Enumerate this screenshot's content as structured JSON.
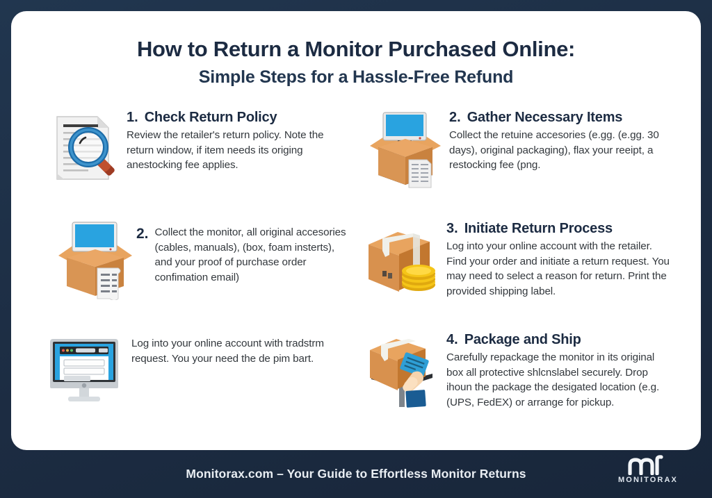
{
  "theme": {
    "background": "#1e3048",
    "card_background": "#ffffff",
    "heading_color": "#1c2b42",
    "body_text_color": "#33383d",
    "footer_text_color": "#e9eef3",
    "box_orange": "#e2913f",
    "screen_blue": "#29a3e0",
    "coin_gold": "#f5c518"
  },
  "title": {
    "line1": "How to Return a Monitor Purchased Online:",
    "line2": "Simple Steps for a Hassle-Free Refund"
  },
  "steps": [
    {
      "number": "1.",
      "title": "Check Return Policy",
      "text": "Review the retailer's return policy. Note the return window, if item needs its origing anestocking fee applies.",
      "icon": "document-magnifier-icon",
      "layout": "titled"
    },
    {
      "number": "2.",
      "title": "Gather Necessary Items",
      "text": "Collect the retuine accesories (e.gg. (e.gg. 30 days), original packaging), flax your reeipt, a restocking fee (png.",
      "icon": "open-box-monitor-icon",
      "layout": "titled"
    },
    {
      "number": "2.",
      "title": "",
      "text": "Collect the monitor, all original accesories (cables, manuals), (box, foam insterts), and your proof of purchase order confimation email)",
      "icon": "open-box-monitor-receipt-icon",
      "layout": "inline"
    },
    {
      "number": "3.",
      "title": "Initiate Return Process",
      "text": "Log into your online account with the retailer. Find your order and initiate a return request. You may need to select a reason for return. Print the provided shipping label.",
      "icon": "sealed-box-coins-icon",
      "layout": "titled"
    },
    {
      "number": "",
      "title": "",
      "text": "Log into your online account with tradstrm request. You your need the de pim bart.",
      "icon": "desktop-monitor-login-icon",
      "layout": "inline"
    },
    {
      "number": "4.",
      "title": "Package and Ship",
      "text": "Carefully repackage the monitor in its original box all protective shlcnslabel securely. Drop ihoun the package the desigated location (e.g. (UPS, FedEX) or arrange for pickup.",
      "icon": "box-shipping-label-hand-icon",
      "layout": "titled"
    }
  ],
  "footer": {
    "tagline": "Monitorax.com – Your Guide to Effortless Monitor Returns",
    "logo_name": "MONITORAX"
  }
}
